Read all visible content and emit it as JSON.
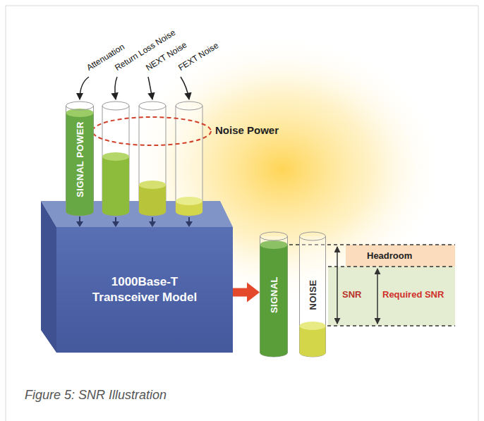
{
  "diagram": {
    "caption": "Figure 5: SNR Illustration",
    "nodes": [
      {
        "text": [
          "SIGNAL POWER"
        ]
      },
      {
        "text": [
          "1000Base-T Transceiver Model"
        ]
      },
      {
        "text": [
          "SIGNAL"
        ]
      },
      {
        "text": [
          "NOISE"
        ]
      }
    ],
    "edges": [
      {
        "from": 0,
        "to": 1,
        "arrow": "to"
      },
      {
        "from": 1,
        "to": 2,
        "arrow": "to"
      }
    ],
    "labels": [
      "Attenuation",
      "Return Loss Noise",
      "NEXT Noise",
      "FEXT Noise",
      "Noise Power",
      "Headroom",
      "SNR",
      "Required SNR"
    ]
  }
}
